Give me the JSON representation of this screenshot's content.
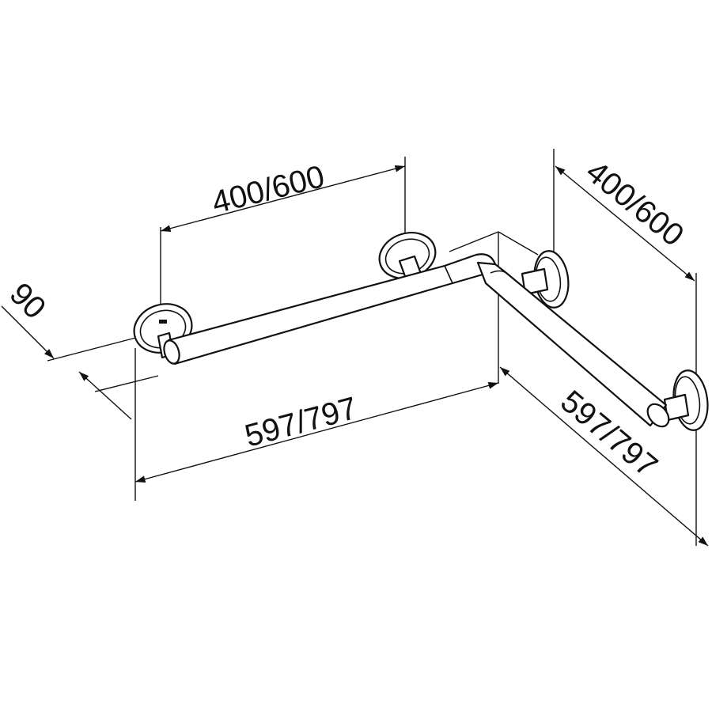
{
  "drawing": {
    "line_color": "#111111",
    "background": "#ffffff",
    "dimensions": {
      "top_left_spacing": "400/600",
      "top_right_spacing": "400/600",
      "projection": "90",
      "front_length": "597/797",
      "side_length": "597/797"
    }
  }
}
